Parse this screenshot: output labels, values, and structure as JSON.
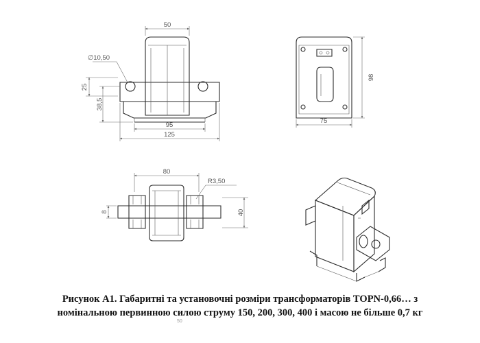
{
  "dimensions": {
    "d_50": "50",
    "d_10_50": "∅10,50",
    "d_25": "25",
    "d_38_5": "38,5",
    "d_95": "95",
    "d_125": "125",
    "d_75": "75",
    "d_98": "98",
    "d_80": "80",
    "d_r3_50": "R3,50",
    "d_8": "8",
    "d_40": "40"
  },
  "caption": {
    "line1": "Рисунок А1.  Габаритні та установочні розміри  трансформаторів ТОРN-0,66… з",
    "line2": "номінальною первинною силою струму 150, 200, 300, 400 і масою не більше 0,7 кг"
  },
  "page_number": "50"
}
